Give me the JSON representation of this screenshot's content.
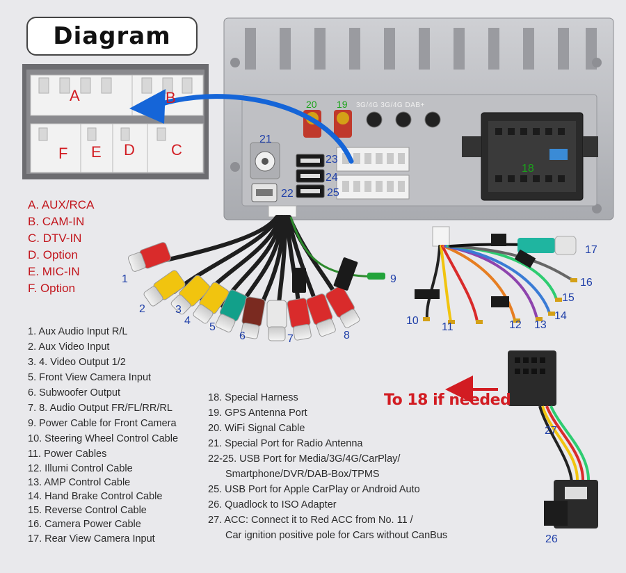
{
  "title": "Diagram",
  "connector_block_labels": [
    "A",
    "B",
    "C",
    "D",
    "E",
    "F"
  ],
  "port_legend": [
    "A. AUX/RCA",
    "B. CAM-IN",
    "C. DTV-IN",
    "D. Option",
    "E. MIC-IN",
    "F. Option"
  ],
  "cable_legend_left": [
    "1. Aux Audio Input R/L",
    "2. Aux Video Input",
    "3. 4. Video Output 1/2",
    "5. Front View Camera Input",
    "6. Subwoofer Output",
    "7. 8. Audio Output FR/FL/RR/RL",
    "9. Power Cable for Front Camera",
    "10. Steering Wheel Control Cable",
    "11. Power Cables",
    "12. Illumi Control Cable",
    "13. AMP Control Cable",
    "14. Hand Brake Control Cable",
    "15. Reverse Control Cable",
    "16. Camera Power Cable",
    "17. Rear View Camera Input"
  ],
  "cable_legend_right": [
    "18. Special Harness",
    "19. GPS Antenna Port",
    "20. WiFi Signal Cable",
    "21. Special Port for Radio Antenna",
    "22-25. USB Port for Media/3G/4G/CarPlay/",
    "Smartphone/DVR/DAB-Box/TPMS",
    "25. USB Port  for Apple CarPlay or  Android Auto",
    "26. Quadlock to ISO Adapter",
    "27.  ACC: Connect it to Red ACC from No. 11 /",
    "Car ignition positive pole for Cars without CanBus"
  ],
  "callout": "To 18 if needed",
  "unit_labels": {
    "n18": "18",
    "n19": "19",
    "n20": "20",
    "n21": "21",
    "n22": "22",
    "n23": "23",
    "n24": "24",
    "n25": "25",
    "panel_text": "3G/4G 3G/4G DAB+"
  },
  "cable_numbers": {
    "n1": "1",
    "n2": "2",
    "n3": "3",
    "n4": "4",
    "n5": "5",
    "n6": "6",
    "n7": "7",
    "n8": "8",
    "n9": "9",
    "n10": "10",
    "n11": "11",
    "n12": "12",
    "n13": "13",
    "n14": "14",
    "n15": "15",
    "n16": "16",
    "n17": "17",
    "n26": "26",
    "n27": "27"
  },
  "colors": {
    "callout_red": "#d21c22",
    "arrow_blue": "#1565d8",
    "number_blue": "#1f3fa8",
    "number_green": "#1aa31a",
    "legend_red": "#c2161d",
    "rca_red": "#d92b2b",
    "rca_yellow": "#f1c40f",
    "rca_green": "#12a08a",
    "rca_brown": "#7a2a20",
    "teal_camera": "#1fb5a0"
  }
}
